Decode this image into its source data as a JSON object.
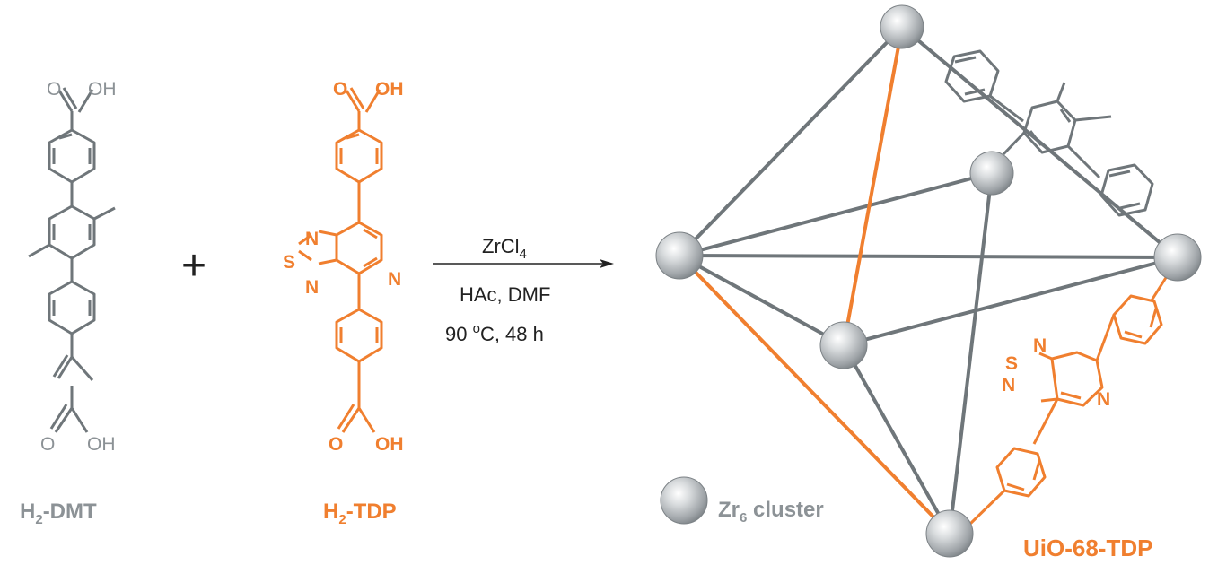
{
  "colors": {
    "grey": "#8c9296",
    "orange": "#f07f2f",
    "bond_grey": "#6f767a",
    "text": "#222222"
  },
  "reactant1": {
    "name_main": "H",
    "name_sub": "2",
    "name_rest": "-DMT",
    "cooh_top": {
      "o": "O",
      "oh": "OH"
    },
    "cooh_bottom": {
      "o": "O",
      "oh": "OH"
    }
  },
  "plus_sign": "+",
  "reactant2": {
    "name_main": "H",
    "name_sub": "2",
    "name_rest": "-TDP",
    "cooh_top": {
      "o": "O",
      "oh": "OH"
    },
    "cooh_bottom": {
      "o": "O",
      "oh": "OH"
    },
    "ring_atoms": {
      "n_top": "N",
      "s": "S",
      "n_bottom": "N",
      "n_pyridine": "N"
    }
  },
  "conditions": {
    "reagent_main": "ZrCl",
    "reagent_sub": "4",
    "solvent": "HAc, DMF",
    "temp_value": "90 ",
    "temp_sup": "o",
    "temp_rest": "C, 48 h"
  },
  "product": {
    "name": "UiO-68-TDP",
    "legend_main": "Zr",
    "legend_sub": "6",
    "legend_rest": " cluster",
    "ring_atoms": {
      "n_top": "N",
      "s": "S",
      "n_bottom": "N",
      "n_pyridine": "N"
    }
  }
}
